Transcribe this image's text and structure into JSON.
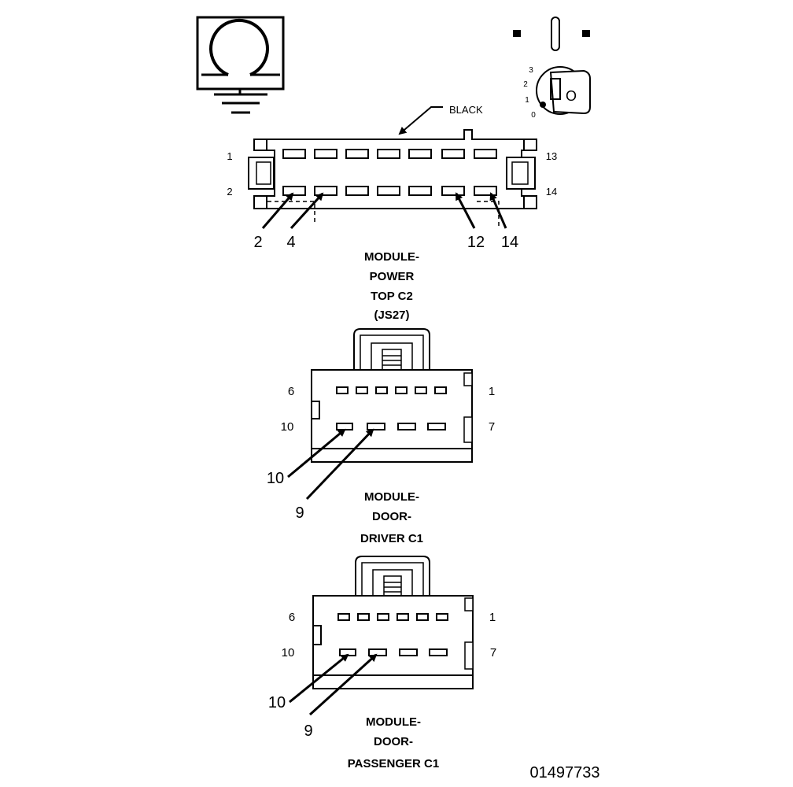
{
  "symbol": {
    "name": "ground-symbol"
  },
  "ignition": {
    "positions": [
      "3",
      "2",
      "1",
      "0"
    ],
    "key_label": "O"
  },
  "connector_top": {
    "color_label": "BLACK",
    "row_labels": {
      "top_left": "1",
      "bottom_left": "2",
      "top_right": "13",
      "bottom_right": "14"
    },
    "callouts": [
      "2",
      "4",
      "12",
      "14"
    ],
    "caption": [
      "MODULE-",
      "POWER",
      "TOP C2",
      "(JS27)"
    ]
  },
  "connector_driver": {
    "row_labels": {
      "top_left": "6",
      "top_right": "1",
      "bottom_left": "10",
      "bottom_right": "7"
    },
    "callouts": [
      "10",
      "9"
    ],
    "caption": [
      "MODULE-",
      "DOOR-",
      "DRIVER C1"
    ]
  },
  "connector_passenger": {
    "row_labels": {
      "top_left": "6",
      "top_right": "1",
      "bottom_left": "10",
      "bottom_right": "7"
    },
    "callouts": [
      "10",
      "9"
    ],
    "caption": [
      "MODULE-",
      "DOOR-",
      "PASSENGER C1"
    ]
  },
  "figure_code": "01497733"
}
